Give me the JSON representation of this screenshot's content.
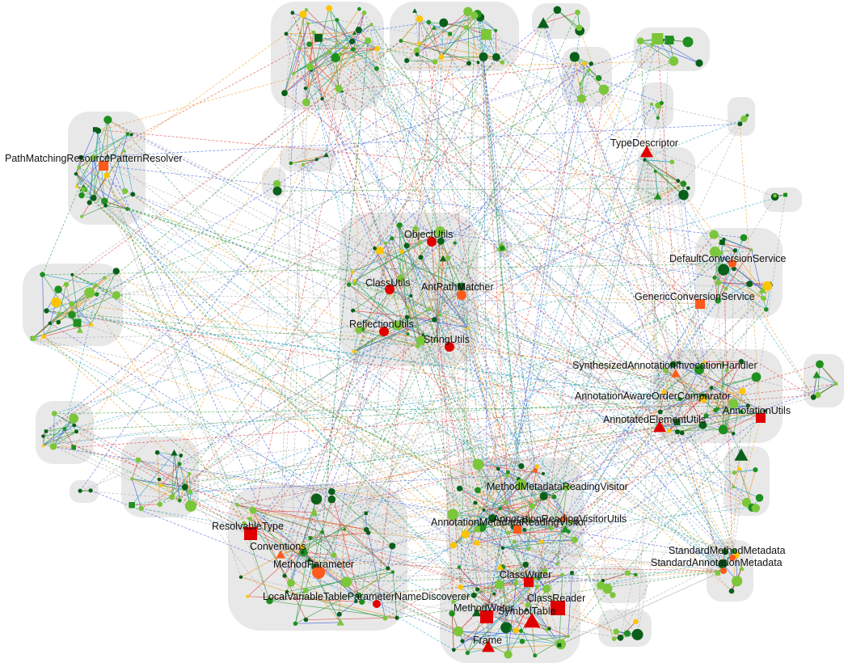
{
  "palette": {
    "red": "#e00000",
    "orange": "#ff5a1a",
    "yellow": "#ffc400",
    "lightgreen": "#7cc63a",
    "green": "#1f8f1f",
    "darkgreen": "#0a5f1a",
    "edge_gray": "#a8a8a8",
    "edge_blue": "#3a5be0",
    "edge_cyan": "#22a6c8",
    "edge_red": "#e03a3a",
    "edge_orange": "#f39a1a",
    "edge_green": "#2a9a3a",
    "cluster_fill": "#e8e8e8"
  },
  "labels": [
    "PathMatchingResourcePatternResolver",
    "ObjectUtils",
    "ClassUtils",
    "AntPathMatcher",
    "ReflectionUtils",
    "StringUtils",
    "TypeDescriptor",
    "DefaultConversionService",
    "GenericConversionService",
    "SynthesizedAnnotationInvocationHandler",
    "AnnotationAwareOrderComparator",
    "AnnotatedElementUtils",
    "AnnotationUtils",
    "MethodMetadataReadingVisitor",
    "AnnotationReadingVisitorUtils",
    "AnnotationMetadataReadingVisitor",
    "ResolvableType",
    "Conventions",
    "MethodParameter",
    "LocalVariableTableParameterNameDiscoverer",
    "ClassWriter",
    "ClassReader",
    "MethodWriter",
    "SymbolTable",
    "Frame",
    "StandardMethodMetadata",
    "StandardAnnotationMetadata"
  ]
}
